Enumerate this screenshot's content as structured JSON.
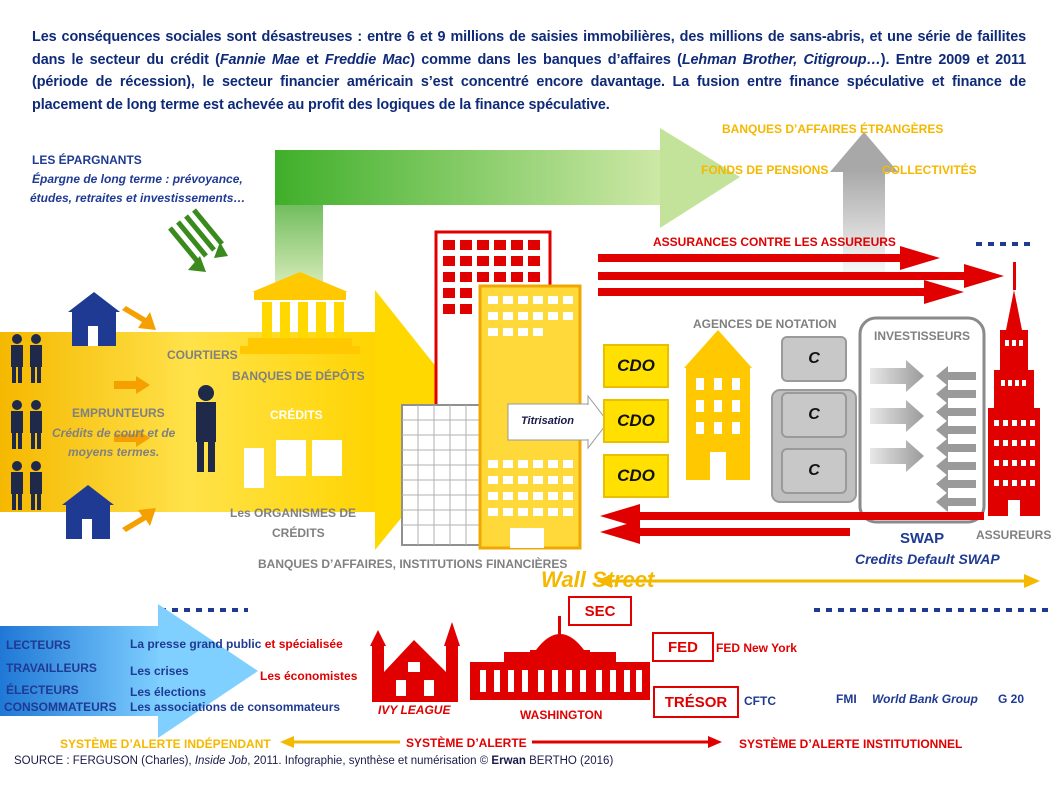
{
  "intro": {
    "p1": "Les conséquences sociales sont désastreuses : entre 6 et 9 millions de saisies immobilières, des millions de sans-abris, et une série de faillites dans le secteur du crédit (",
    "fannie": "Fannie Mae",
    "et": " et ",
    "freddie": "Freddie Mac",
    "p2": ") comme dans les banques d’affaires (",
    "lehman": "Lehman Brother, Citigroup…",
    "p3": "). Entre 2009 et 2011 (période de récession), le secteur financier américain s’est concentré encore davantage. La fusion entre finance spéculative et finance de placement de long terme est achevée au profit des logiques de la finance spéculative."
  },
  "labels": {
    "epargnants_title": "LES ÉPARGNANTS",
    "epargnants_desc1": "Épargne de long terme : prévoyance,",
    "epargnants_desc2": "études, retraites et investissements…",
    "banques_etrangeres": "BANQUES D’AFFAIRES ÉTRANGÈRES",
    "fonds_pensions": "FONDS DE PENSIONS",
    "collectivites": "COLLECTIVITÉS",
    "assurances": "ASSURANCES CONTRE LES ASSUREURS",
    "courtiers": "COURTIERS",
    "banques_depots": "BANQUES DE DÉPÔTS",
    "credits": "CRÉDITS",
    "emprunteurs": "EMPRUNTEURS",
    "emprunteurs_desc1": "Crédits de court et de",
    "emprunteurs_desc2": "moyens termes.",
    "organismes1": "Les ORGANISMES DE",
    "organismes2": "CRÉDITS",
    "banques_affaires": "BANQUES D’AFFAIRES, INSTITUTIONS FINANCIÈRES",
    "titrisation": "Titrisation",
    "agences": "AGENCES DE NOTATION",
    "investisseurs": "INVESTISSEURS",
    "swap": "SWAP",
    "assureurs": "ASSUREURS",
    "cds": "Credits Default SWAP",
    "wall_street": "Wall Street",
    "sec": "SEC",
    "fed": "FED",
    "fed_ny": "FED New York",
    "tresor": "TRÉSOR",
    "cftc": "CFTC",
    "fmi": "FMI",
    "world_bank": "World Bank Group",
    "g20": "G 20",
    "ivy": "IVY LEAGUE",
    "washington": "WASHINGTON",
    "lecteurs": "LECTEURS",
    "travailleurs": "TRAVAILLEURS",
    "electeurs": "ÉLECTEURS",
    "consommateurs": "CONSOMMATEURS",
    "presse": "La presse grand public",
    "specialisee": " et spécialisée",
    "crises": "Les crises",
    "economistes": "Les économistes",
    "elections": "Les élections",
    "associations": "Les associations de consommateurs",
    "alerte_indep": "SYSTÈME D’ALERTE INDÉPENDANT",
    "alerte": "SYSTÈME D’ALERTE",
    "alerte_inst": "SYSTÈME D’ALERTE INSTITUTIONNEL"
  },
  "cdo": [
    "CDO",
    "CDO",
    "CDO"
  ],
  "c_boxes": [
    "C",
    "C",
    "C"
  ],
  "source": {
    "prefix": "SOURCE : FERGUSON (Charles), ",
    "work": "Inside Job",
    "middle": ", 2011. Infographie, synthèse et numérisation © ",
    "author": "Erwan",
    "suffix": " BERTHO (2016)"
  },
  "colors": {
    "navy": "#1f3a93",
    "gold": "#f5b800",
    "red": "#e00000",
    "green": "#3fae2a",
    "grey": "#b0b0b0",
    "blue": "#3aa0e8"
  }
}
